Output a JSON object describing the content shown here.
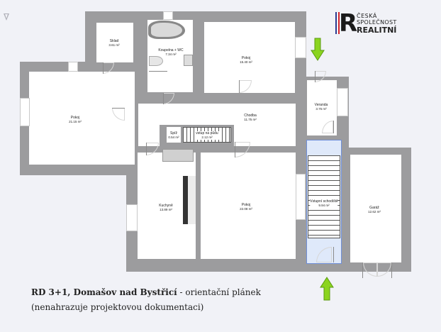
{
  "logo": {
    "line1": "ČESKÁ",
    "line2": "SPOLEČNOST",
    "line3": "REALITNÍ",
    "stripe_colors": [
      "#2b3a8f",
      "#ffffff",
      "#d2232a"
    ]
  },
  "compass_icon": "north-arrow",
  "rooms": [
    {
      "name": "Sklad",
      "area": "3.61 m²"
    },
    {
      "name": "Koupelna + WC",
      "area": "7.34 m²"
    },
    {
      "name": "Pokoj",
      "area": "15.40 m²"
    },
    {
      "name": "Pokoj",
      "area": "21.15 m²"
    },
    {
      "name": "Chodba",
      "area": "11.75 m²"
    },
    {
      "name": "Veranda",
      "area": "3.75 m²"
    },
    {
      "name": "Spíž",
      "area": "0.54 m²"
    },
    {
      "name": "vstup na půdu",
      "area": "2.12 m²"
    },
    {
      "name": "Kuchyně",
      "area": "13.89 m²"
    },
    {
      "name": "Pokoj",
      "area": "22.08 m²"
    },
    {
      "name": "Vstupní schodiště",
      "area": "9.94 m²"
    },
    {
      "name": "Garáž",
      "area": "12.62 m²"
    }
  ],
  "arrows": [
    {
      "direction": "down",
      "color": "#8bd41f"
    },
    {
      "direction": "up",
      "color": "#8bd41f"
    }
  ],
  "caption": {
    "title": "RD 3+1, Domašov nad Bystřicí",
    "subtitle_suffix": " - orientační plánek",
    "line2": "(nenahrazuje projektovou dokumentaci)"
  }
}
